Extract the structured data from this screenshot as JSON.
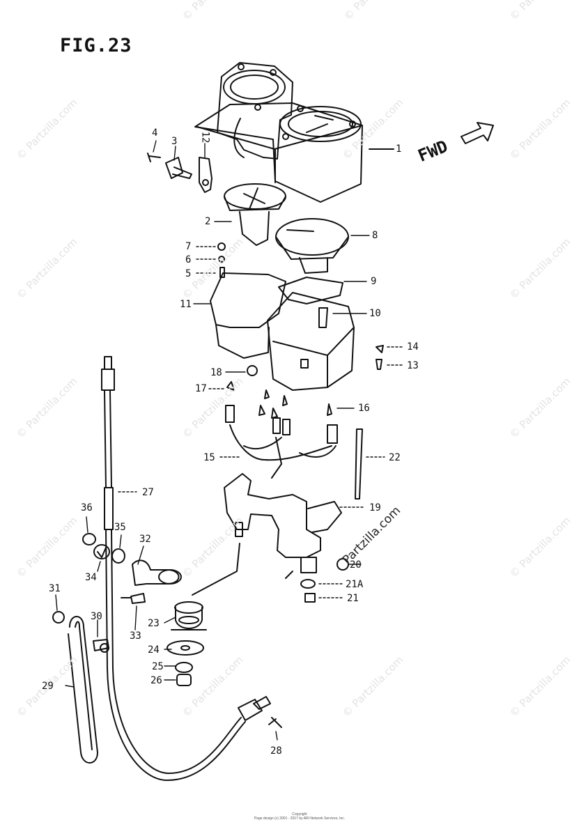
{
  "figure": {
    "title": "FIG.23",
    "direction_label": "FWD"
  },
  "watermark": {
    "text": "© Partzilla.com",
    "brand": "Partzilla.com"
  },
  "labels": {
    "p1": "1",
    "p2": "2",
    "p3": "3",
    "p4": "4",
    "p5": "5",
    "p6": "6",
    "p7": "7",
    "p8": "8",
    "p9": "9",
    "p10": "10",
    "p11": "11",
    "p12": "12",
    "p13": "13",
    "p14": "14",
    "p15": "15",
    "p16": "16",
    "p17": "17",
    "p18": "18",
    "p19": "19",
    "p20": "20",
    "p21": "21",
    "p21a": "21A",
    "p22": "22",
    "p23": "23",
    "p24": "24",
    "p25": "25",
    "p26": "26",
    "p27": "27",
    "p28": "28",
    "p29": "29",
    "p30": "30",
    "p31": "31",
    "p32": "32",
    "p33": "33",
    "p34": "34",
    "p35": "35",
    "p36": "36"
  },
  "copyright": {
    "heading": "Copyright",
    "line": "Page design (c) 2001 - 2017 by ARI Network Services, Inc."
  }
}
